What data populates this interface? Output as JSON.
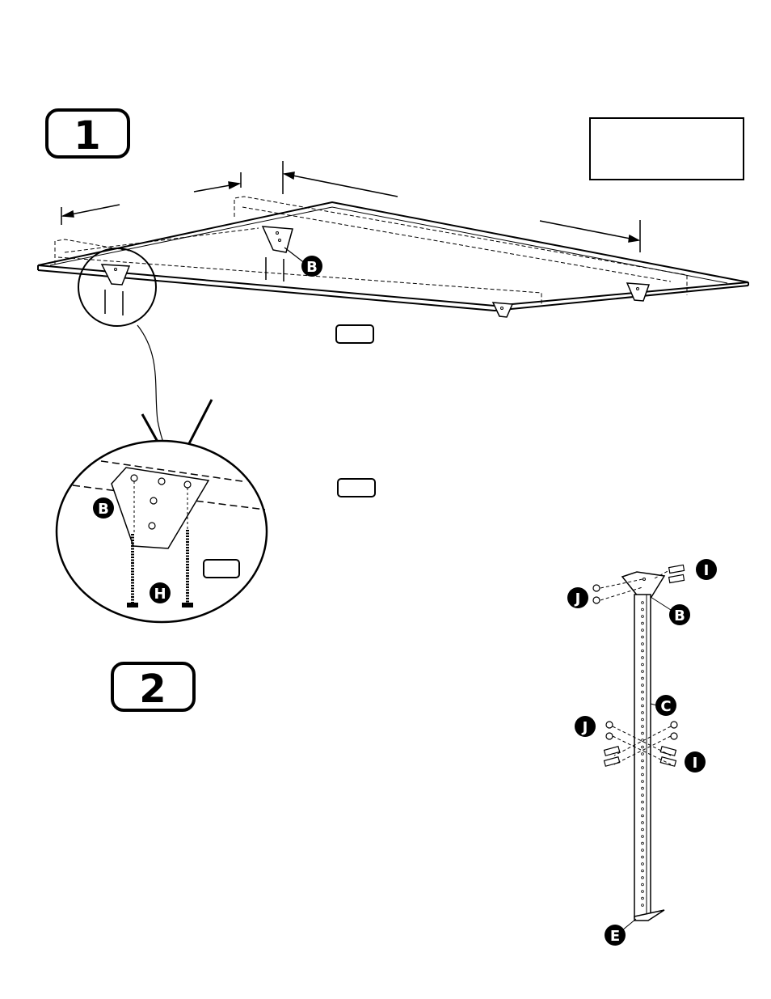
{
  "steps": {
    "step1": {
      "number": "1"
    },
    "step2": {
      "number": "2"
    }
  },
  "part_labels": {
    "b_main": "B",
    "b_detail": "B",
    "h_detail": "H",
    "i_top": "I",
    "j_top": "J",
    "b_post": "B",
    "c_post": "C",
    "j_mid": "J",
    "i_mid": "I",
    "e_base": "E"
  },
  "colors": {
    "ink": "#000000",
    "paper": "#ffffff"
  },
  "icons": {
    "step1_badge": "rounded-step-badge",
    "step2_badge": "rounded-step-badge",
    "part_callout": "black-circle-letter"
  }
}
